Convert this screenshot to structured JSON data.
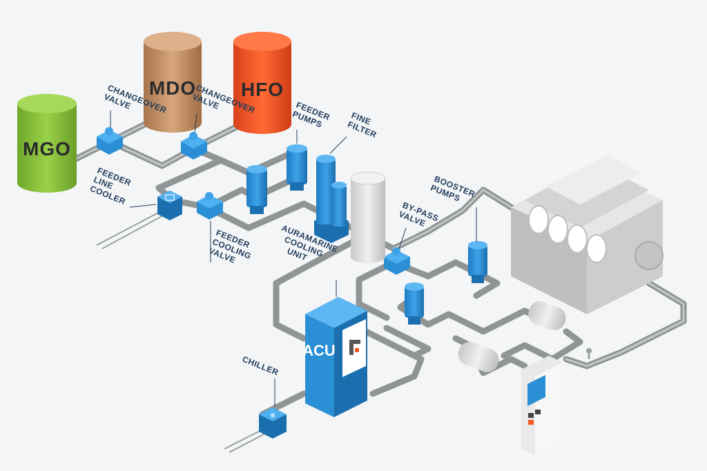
{
  "tanks": {
    "mgo": {
      "label": "MGO",
      "color": "#8dc63f",
      "top": "#a6d95a"
    },
    "mdo": {
      "label": "MDO",
      "color": "#c9956a",
      "top": "#deb08a"
    },
    "hfo": {
      "label": "HFO",
      "color": "#f15a24",
      "top": "#ff7a48"
    }
  },
  "labels": {
    "changeover_valve_1": [
      "CHANGEOVER",
      "VALVE"
    ],
    "changeover_valve_2": [
      "CHANGEOVER",
      "VALVE"
    ],
    "feeder_pumps": [
      "FEEDER",
      "PUMPS"
    ],
    "fine_filter": [
      "FINE",
      "FILTER"
    ],
    "feeder_line_cooler": [
      "FEEDER",
      "LINE",
      "COOLER"
    ],
    "feeder_cooling_valve": [
      "FEEDER",
      "COOLING",
      "VALVE"
    ],
    "auramarine_cooling_unit": [
      "AURAMARINE",
      "COOLING",
      "UNIT"
    ],
    "booster_pumps": [
      "BOOSTER",
      "PUMPS"
    ],
    "by_pass_valve": [
      "BY-PASS",
      "VALVE"
    ],
    "chiller": [
      "CHILLER"
    ]
  },
  "acu": {
    "label": "ACU"
  },
  "colors": {
    "component_blue": "#2b8fd6",
    "component_blue_dark": "#1b6fae",
    "pipe": "#8f9494",
    "engine": "#d6d6d6",
    "label_text": "#1f3b5a"
  }
}
